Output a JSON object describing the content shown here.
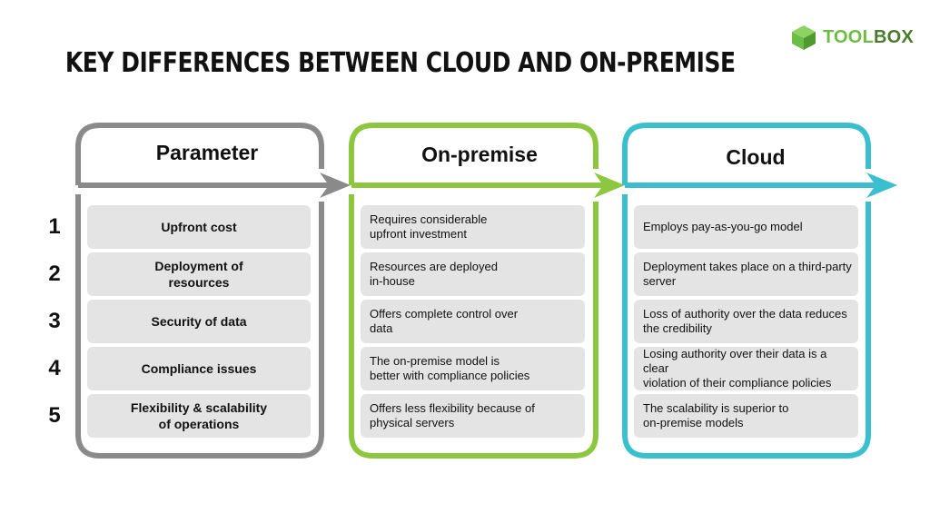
{
  "title": "KEY DIFFERENCES BETWEEN CLOUD AND ON-PREMISE",
  "logo": {
    "text_light": "TOOL",
    "text_dark": "BOX"
  },
  "colors": {
    "parameter_frame": "#8a8a8a",
    "onpremise_frame": "#8dc63f",
    "cloud_frame": "#3bbfcf",
    "cell_bg": "#e4e4e4"
  },
  "columns": {
    "parameter": {
      "title": "Parameter"
    },
    "onpremise": {
      "title": "On-premise"
    },
    "cloud": {
      "title": "Cloud"
    }
  },
  "rows": [
    {
      "num": "1",
      "parameter": "Upfront cost",
      "onpremise": "Requires considerable\nupfront investment",
      "cloud": "Employs pay-as-you-go model"
    },
    {
      "num": "2",
      "parameter": "Deployment of\nresources",
      "onpremise": "Resources are deployed\nin-house",
      "cloud": "Deployment takes place on a third-party\nserver"
    },
    {
      "num": "3",
      "parameter": "Security of data",
      "onpremise": "Offers complete control over\ndata",
      "cloud": "Loss of authority over the data reduces\nthe credibility"
    },
    {
      "num": "4",
      "parameter": "Compliance issues",
      "onpremise": "The on-premise model is\nbetter with compliance policies",
      "cloud": "Losing authority over their data is a clear\nviolation of their compliance policies"
    },
    {
      "num": "5",
      "parameter": "Flexibility & scalability\nof operations",
      "onpremise": "Offers less flexibility because of\nphysical servers",
      "cloud": "The scalability is superior to\non-premise models"
    }
  ]
}
